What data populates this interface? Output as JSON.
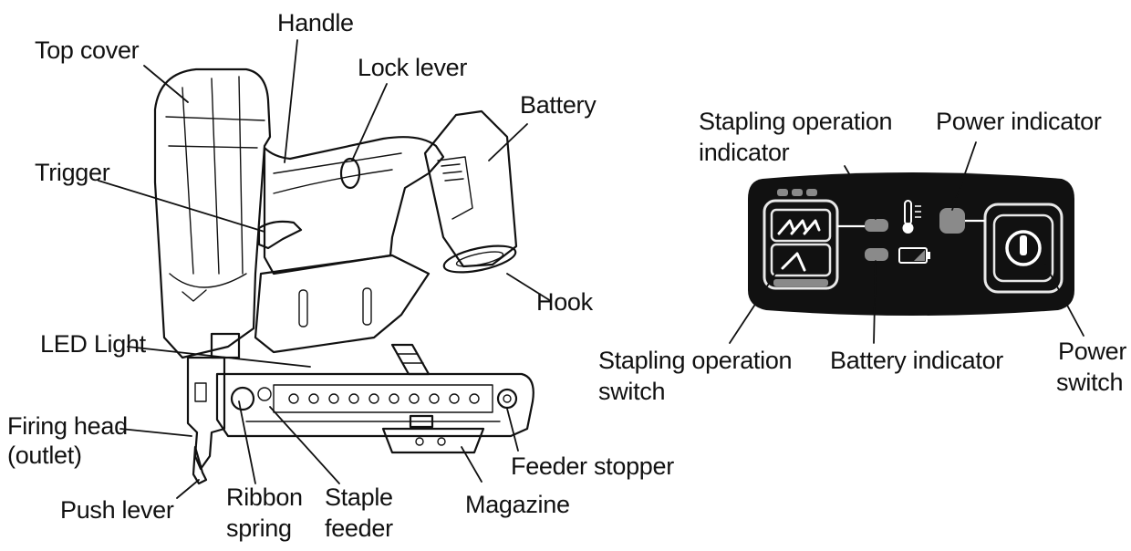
{
  "tool_labels": {
    "top_cover": "Top cover",
    "handle": "Handle",
    "lock_lever": "Lock lever",
    "battery": "Battery",
    "trigger": "Trigger",
    "hook": "Hook",
    "led_light": "LED Light",
    "firing_head_line1": "Firing head",
    "firing_head_line2": "(outlet)",
    "push_lever": "Push lever",
    "ribbon_spring_line1": "Ribbon",
    "ribbon_spring_line2": "spring",
    "staple_feeder_line1": "Staple",
    "staple_feeder_line2": "feeder",
    "magazine": "Magazine",
    "feeder_stopper": "Feeder stopper"
  },
  "panel_labels": {
    "stapling_indicator_line1": "Stapling operation",
    "stapling_indicator_line2": "indicator",
    "power_indicator": "Power indicator",
    "stapling_switch_line1": "Stapling operation",
    "stapling_switch_line2": "switch",
    "battery_indicator": "Battery indicator",
    "power_switch_line1": "Power",
    "power_switch_line2": "switch"
  },
  "colors": {
    "ink": "#111111",
    "panel_fill": "#111111",
    "indicator_fill": "#8a8a8a",
    "background": "#ffffff"
  },
  "icons": {
    "thermometer": "thermometer-icon",
    "battery_low": "battery-low-icon",
    "power_symbol": "power-symbol-icon"
  }
}
